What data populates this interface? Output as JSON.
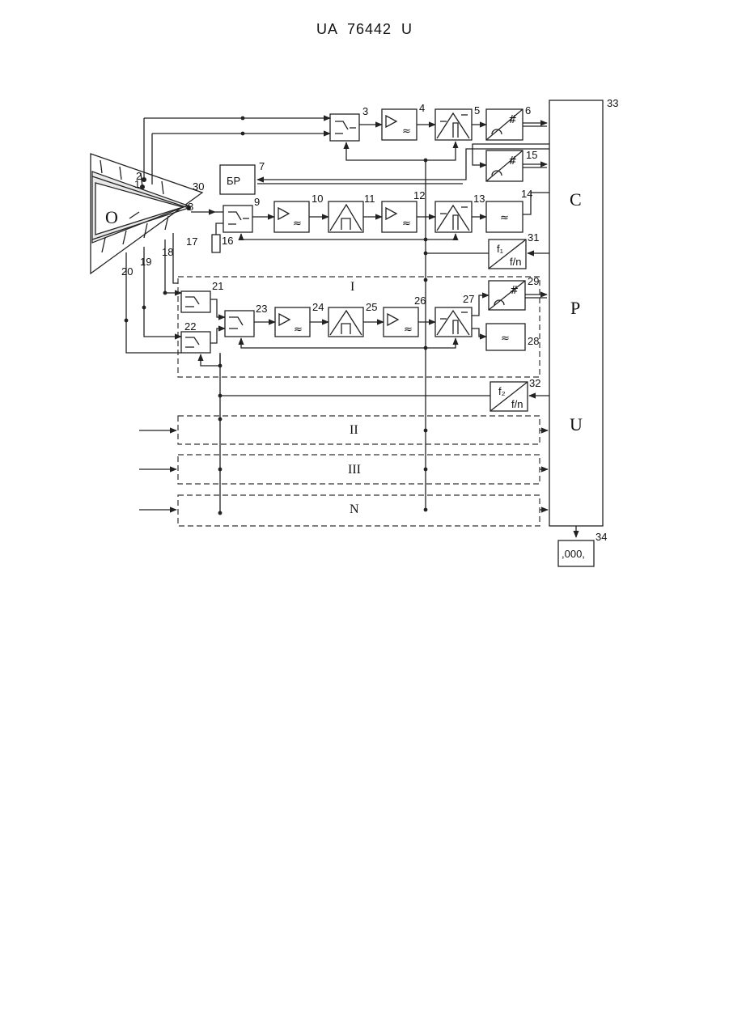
{
  "header": {
    "doc_number": "UA   76442   U"
  },
  "diagram": {
    "cpu_letters": [
      "C",
      "P",
      "U"
    ],
    "br_label": "БР",
    "display_value": ",000,",
    "object_label": "O",
    "channel_labels": [
      "I",
      "II",
      "III",
      "N"
    ],
    "freq1": {
      "top": "f₁",
      "bottom": "f/n"
    },
    "freq2": {
      "top": "f₂",
      "bottom": "f/n"
    },
    "callouts": {
      "n1": "1",
      "n2": "2",
      "n3": "3",
      "n4": "4",
      "n5": "5",
      "n6": "6",
      "n7": "7",
      "n8": "8",
      "n9": "9",
      "n10": "10",
      "n11": "11",
      "n12": "12",
      "n13": "13",
      "n14": "14",
      "n15": "15",
      "n16": "16",
      "n17": "17",
      "n18": "18",
      "n19": "19",
      "n20": "20",
      "n21": "21",
      "n22": "22",
      "n23": "23",
      "n24": "24",
      "n25": "25",
      "n26": "26",
      "n27": "27",
      "n28": "28",
      "n29": "29",
      "n30": "30",
      "n31": "31",
      "n32": "32",
      "n33": "33",
      "n34": "34"
    }
  }
}
